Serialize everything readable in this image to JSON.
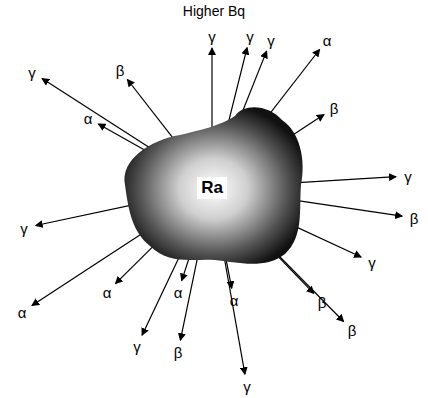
{
  "diagram": {
    "title": "Higher Bq",
    "nodes": [
      {
        "text": [
          "Ra"
        ]
      }
    ],
    "labels": [
      "γ",
      "β",
      "γ",
      "γ",
      "γ",
      "α",
      "α",
      "β",
      "γ",
      "γ",
      "β",
      "γ",
      "α",
      "α",
      "α",
      "α",
      "β",
      "β",
      "γ",
      "β",
      "γ"
    ]
  }
}
